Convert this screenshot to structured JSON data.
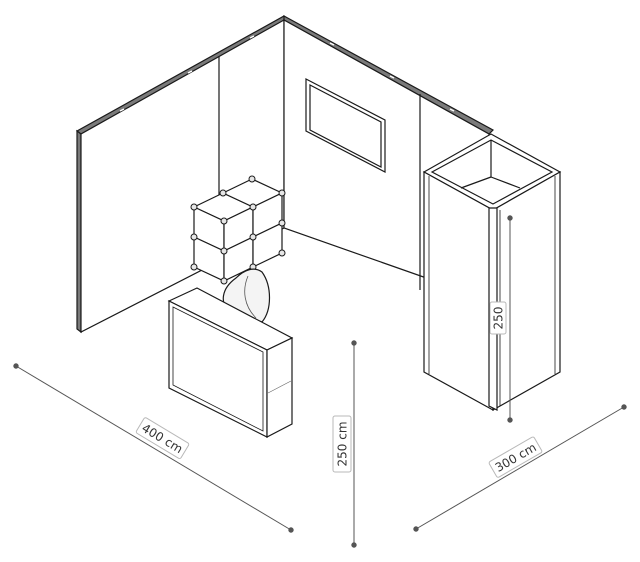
{
  "dimensions": {
    "width_label": "400 cm",
    "height_label": "250 cm",
    "depth_label": "300 cm",
    "cabin_height_label": "250"
  },
  "colors": {
    "stroke": "#1a1a1a",
    "wall_edge": "#6f6f6f",
    "dim_line": "#555555",
    "background": "#ffffff"
  }
}
